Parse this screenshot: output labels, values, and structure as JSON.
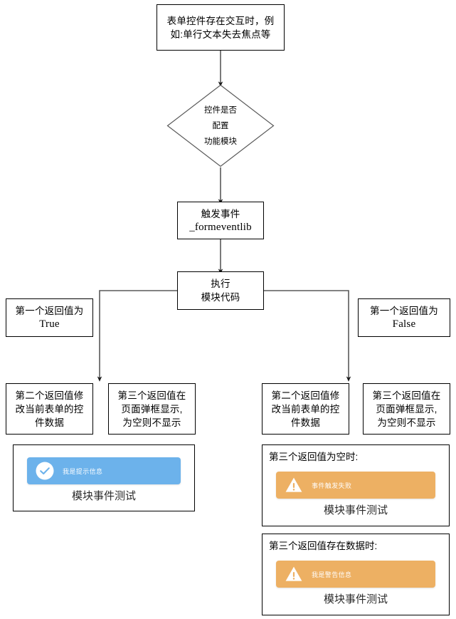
{
  "diagram": {
    "title_node": {
      "lines": [
        "表单控件存在交互时，例",
        "如:单行文本失去焦点等"
      ]
    },
    "decision_node": {
      "lines": [
        "控件是否",
        "配置",
        "功能模块"
      ]
    },
    "trigger_node": {
      "line1": "触发事件",
      "line2": "_formeventlib"
    },
    "execute_node": {
      "line1": "执行",
      "line2": "模块代码"
    },
    "branch_true": {
      "line1": "第一个返回值为",
      "line2": "True"
    },
    "branch_false": {
      "line1": "第一个返回值为",
      "line2": "False"
    },
    "result_boxes": {
      "second_return": {
        "lines": [
          "第二个返回值修",
          "改当前表单的控",
          "件数据"
        ]
      },
      "third_return": {
        "lines": [
          "第三个返回值在",
          "页面弹框显示,",
          "为空则不显示"
        ]
      }
    }
  },
  "panels": {
    "left_info": {
      "alert_message": "我是提示信息",
      "alert_icon": "circle-check-icon",
      "alert_color": "#6cb2eb",
      "footer_text": "模块事件测试"
    },
    "right_empty": {
      "caption": "第三个返回值为空时:",
      "alert_message": "事件触发失败",
      "alert_icon": "warning-triangle-icon",
      "alert_color": "#edb063",
      "footer_text": "模块事件测试"
    },
    "right_data": {
      "caption": "第三个返回值存在数据时:",
      "alert_message": "我是警告信息",
      "alert_icon": "warning-triangle-icon",
      "alert_color": "#edb063",
      "footer_text": "模块事件测试"
    }
  }
}
